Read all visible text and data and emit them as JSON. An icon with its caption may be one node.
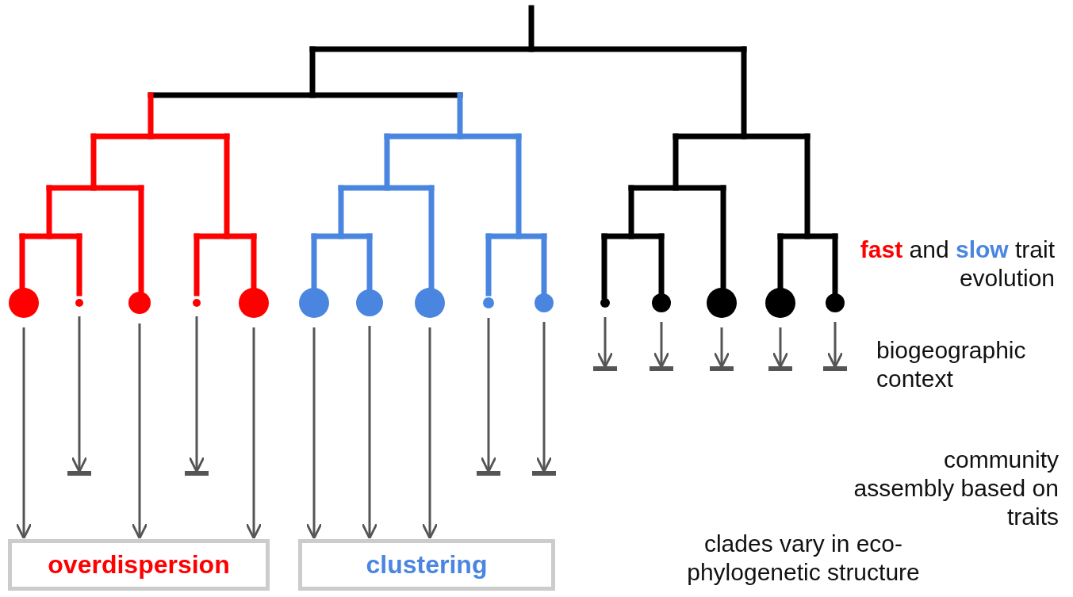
{
  "diagram": {
    "nodes": [
      {
        "text": [],
        "shape": "circle"
      },
      {
        "text": [],
        "shape": "circle"
      },
      {
        "text": [],
        "shape": "circle"
      },
      {
        "text": [],
        "shape": "circle"
      },
      {
        "text": [],
        "shape": "circle"
      },
      {
        "text": [],
        "shape": "circle"
      },
      {
        "text": [],
        "shape": "circle"
      },
      {
        "text": [],
        "shape": "circle"
      },
      {
        "text": [],
        "shape": "circle"
      },
      {
        "text": [],
        "shape": "circle"
      },
      {
        "text": [],
        "shape": "circle"
      },
      {
        "text": [],
        "shape": "circle"
      },
      {
        "text": [],
        "shape": "circle"
      },
      {
        "text": [],
        "shape": "circle"
      },
      {
        "text": [],
        "shape": "circle"
      },
      {
        "text": [],
        "shape": "bar"
      },
      {
        "text": [],
        "shape": "bar"
      },
      {
        "text": [],
        "shape": "bar"
      },
      {
        "text": [],
        "shape": "bar"
      },
      {
        "text": [],
        "shape": "bar"
      },
      {
        "text": [],
        "shape": "bar"
      },
      {
        "text": [],
        "shape": "bar"
      },
      {
        "text": [],
        "shape": "bar"
      },
      {
        "text": [],
        "shape": "bar"
      },
      {
        "text": [
          "overdispersion"
        ]
      },
      {
        "text": [
          "clustering"
        ]
      }
    ],
    "edges": [
      {
        "from": 0,
        "to": 24,
        "arrow": "to"
      },
      {
        "from": 1,
        "to": 20,
        "arrow": "to"
      },
      {
        "from": 2,
        "to": 24,
        "arrow": "to"
      },
      {
        "from": 3,
        "to": 21,
        "arrow": "to"
      },
      {
        "from": 4,
        "to": 24,
        "arrow": "to"
      },
      {
        "from": 5,
        "to": 25,
        "arrow": "to"
      },
      {
        "from": 6,
        "to": 25,
        "arrow": "to"
      },
      {
        "from": 7,
        "to": 25,
        "arrow": "to"
      },
      {
        "from": 8,
        "to": 22,
        "arrow": "to"
      },
      {
        "from": 9,
        "to": 23,
        "arrow": "to"
      },
      {
        "from": 10,
        "to": 15,
        "arrow": "to"
      },
      {
        "from": 11,
        "to": 16,
        "arrow": "to"
      },
      {
        "from": 12,
        "to": 17,
        "arrow": "to"
      },
      {
        "from": 13,
        "to": 18,
        "arrow": "to"
      },
      {
        "from": 14,
        "to": 19,
        "arrow": "to"
      }
    ],
    "labels": [
      "**fast** and **slow** trait evolution",
      "biogeographic context",
      "community assembly based on traits",
      "clades vary in eco-phylogenetic structure"
    ]
  }
}
